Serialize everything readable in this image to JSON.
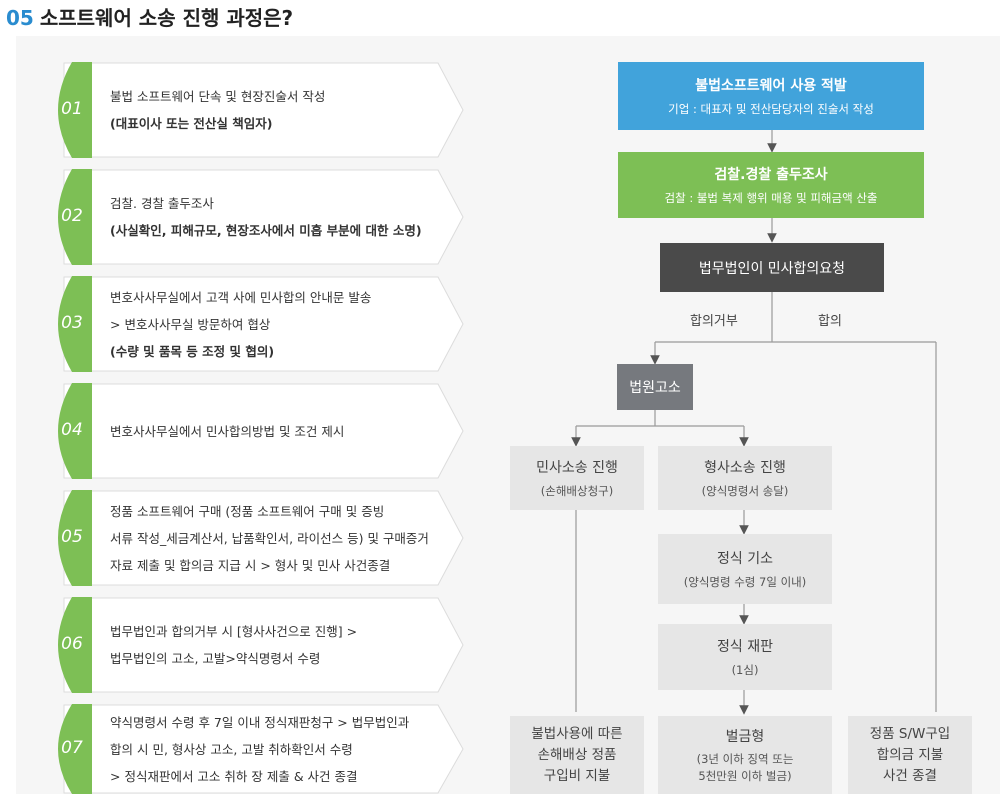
{
  "title": {
    "number": "05",
    "text": "소프트웨어 소송 진행 과정은?"
  },
  "steps": [
    {
      "num": "01",
      "lines": [
        "불법 소프트웨어 단속 및 현장진술서 작성",
        "(대표이사 또는 전산실 책임자)"
      ]
    },
    {
      "num": "02",
      "lines": [
        "검찰. 경찰 출두조사",
        "(사실확인, 피해규모, 현장조사에서 미흡 부분에 대한 소명)"
      ]
    },
    {
      "num": "03",
      "lines": [
        "변호사사무실에서 고객 사에 민사합의 안내문 발송",
        "> 변호사사무실 방문하여 협상",
        "(수량 및 품목 등 조정 및 협의)"
      ]
    },
    {
      "num": "04",
      "lines": [
        "변호사사무실에서 민사합의방법 및 조건 제시"
      ]
    },
    {
      "num": "05",
      "lines": [
        "정품 소프트웨어 구매 (정품 소프트웨어 구매 및 증빙",
        "서류 작성_세금계산서, 납품확인서, 라이선스 등) 및 구매증거",
        "자료 제출 및 합의금 지급 시 > 형사 및 민사 사건종결"
      ]
    },
    {
      "num": "06",
      "lines": [
        "법무법인과 합의거부 시 [형사사건으로 진행] >",
        "법무법인의 고소, 고발>약식명령서 수령"
      ]
    },
    {
      "num": "07",
      "lines": [
        "약식명령서 수령 후 7일 이내 정식재판청구 > 법무법인과",
        "합의 시 민, 형사상 고소, 고발 취하확인서 수령",
        "> 정식재판에서 고소 취하 장 제출 & 사건 종결"
      ]
    }
  ],
  "flow": {
    "detect": {
      "main": "불법소프트웨어 사용 적발",
      "sub": "기업 : 대표자 및 전산담당자의 진술서 작성"
    },
    "prosecution": {
      "main": "검찰.경찰 출두조사",
      "sub": "검찰 : 불법 복제 행위 매용 및 피해금액 산출"
    },
    "lawfirm": {
      "main": "법무법인이 민사합의요청"
    },
    "refuse_label": "합의거부",
    "agree_label": "합의",
    "court": {
      "main": "법원고소"
    },
    "civil": {
      "main": "민사소송 진행",
      "sub": "(손해배상청구)"
    },
    "criminal": {
      "main": "형사소송 진행",
      "sub": "(양식명령서 송달)"
    },
    "indict": {
      "main": "정식 기소",
      "sub": "(양식명령 수령 7일 이내)"
    },
    "trial": {
      "main": "정식 재판",
      "sub": "(1심)"
    },
    "civil_result": {
      "lines": [
        "불법사용에 따른",
        "손해배상 정품",
        "구입비 지불"
      ]
    },
    "fine": {
      "main": "벌금형",
      "lines": [
        "(3년 이하 징역 또는",
        "5천만원 이하 벌금)"
      ]
    },
    "agree_result": {
      "lines": [
        "정품 S/W구입",
        "합의금 지불",
        "사건 종결"
      ]
    }
  },
  "colors": {
    "green": "#7dbf55",
    "blue": "#41a3db",
    "dark": "#4a4a4a",
    "mid_gray": "#76797e",
    "light_gray": "#e6e6e6",
    "title_number": "#2a8ccf"
  }
}
